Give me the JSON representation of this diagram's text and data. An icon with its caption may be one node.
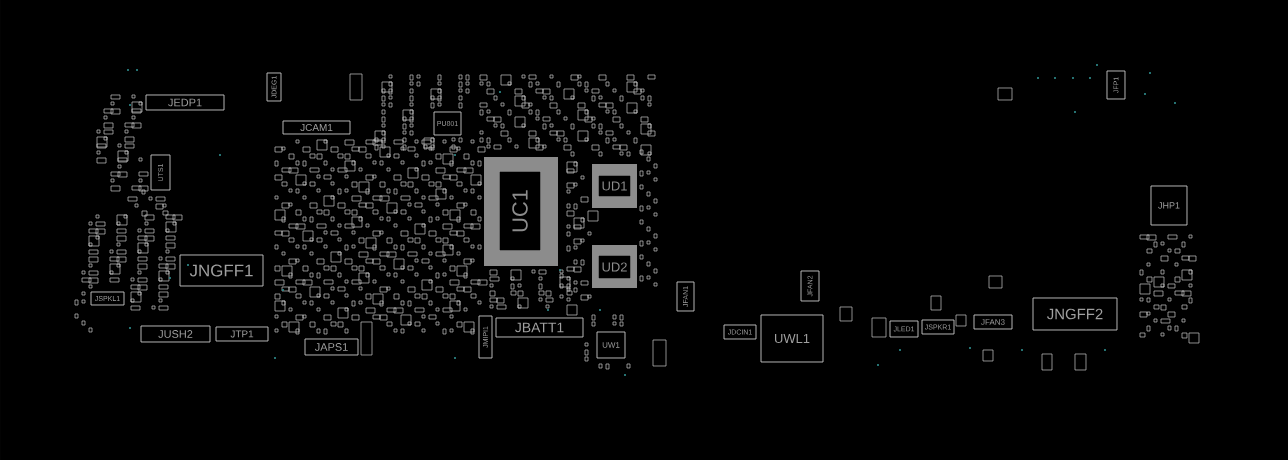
{
  "diagram": {
    "nodes": [
      {
        "text": [
          "JEDP1"
        ]
      },
      {
        "text": [
          "JDEG1"
        ]
      },
      {
        "text": [
          "JCAM1"
        ]
      },
      {
        "text": [
          "UTS1"
        ]
      },
      {
        "text": [
          "JSPKL1"
        ]
      },
      {
        "text": [
          "JNGFF1"
        ]
      },
      {
        "text": [
          "JUSH2"
        ]
      },
      {
        "text": [
          "JTP1"
        ]
      },
      {
        "text": [
          "JAPS1"
        ]
      },
      {
        "text": [
          "PU801"
        ]
      },
      {
        "text": [
          "UC1"
        ]
      },
      {
        "text": [
          "UD1"
        ]
      },
      {
        "text": [
          "UD2"
        ]
      },
      {
        "text": [
          "JMIPI1"
        ]
      },
      {
        "text": [
          "JBATT1"
        ]
      },
      {
        "text": [
          "UW1"
        ]
      },
      {
        "text": [
          "JFAN1"
        ]
      },
      {
        "text": [
          "JDCIN1"
        ]
      },
      {
        "text": [
          "UWL1"
        ]
      },
      {
        "text": [
          "JFAN2"
        ]
      },
      {
        "text": [
          "JLED1"
        ]
      },
      {
        "text": [
          "JSPKR1"
        ]
      },
      {
        "text": [
          "JFAN3"
        ]
      },
      {
        "text": [
          "JNGFF2"
        ]
      },
      {
        "text": [
          "JHP1"
        ]
      },
      {
        "text": [
          "JFP1"
        ]
      }
    ]
  }
}
